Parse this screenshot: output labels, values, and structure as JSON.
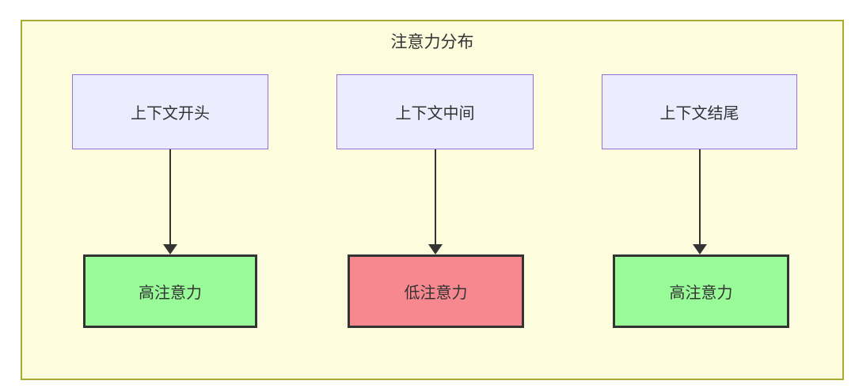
{
  "diagram": {
    "title": "注意力分布",
    "columns": [
      {
        "top": {
          "label": "上下文开头"
        },
        "bottom": {
          "label": "高注意力",
          "level": "high"
        }
      },
      {
        "top": {
          "label": "上下文中间"
        },
        "bottom": {
          "label": "低注意力",
          "level": "low"
        }
      },
      {
        "top": {
          "label": "上下文结尾"
        },
        "bottom": {
          "label": "高注意力",
          "level": "high"
        }
      }
    ],
    "colors": {
      "container_fill": "#fdfdde",
      "container_border": "#aaaa33",
      "top_node_fill": "#ECECFF",
      "top_node_border": "#9370DB",
      "high_fill": "#98FB98",
      "low_fill": "#F8888F",
      "bottom_node_border": "#333333",
      "arrow": "#333333",
      "text": "#333333"
    }
  }
}
